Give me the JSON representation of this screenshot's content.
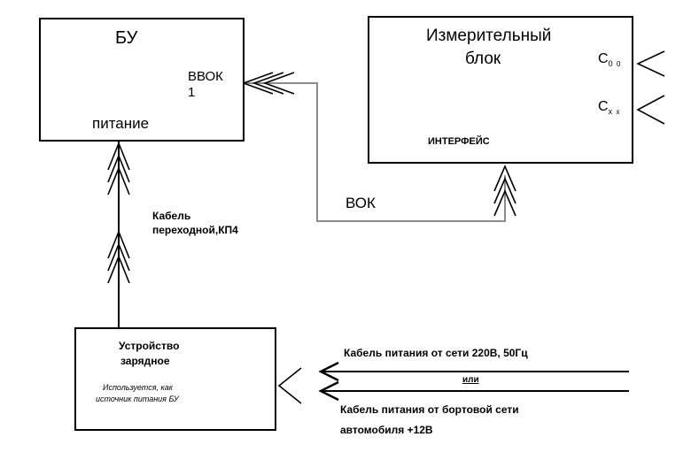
{
  "blocks": {
    "bu": {
      "title": "БУ",
      "port_line1": "ВВОК",
      "port_line2": "1",
      "power": "питание"
    },
    "meas": {
      "title_line1": "Измерительный",
      "title_line2": "блок",
      "c0_main": "C",
      "c0_sub1": "0",
      "c0_sub2": "0",
      "cx_main": "C",
      "cx_sub1": "x",
      "cx_sub2": "x",
      "interface": "ИНТЕРФЕЙС"
    },
    "charger": {
      "title_line1": "Устройство",
      "title_line2": "зарядное",
      "note_line1": "Используется, как",
      "note_line2": "источник питания БУ"
    }
  },
  "links": {
    "vok": "ВОК",
    "cable_line1": "Кабель",
    "cable_line2": "переходной,КП4",
    "mains_cable": "Кабель питания от сети 220В, 50Гц",
    "or_text": "или",
    "vehicle_line1": "Кабель питания от бортовой сети",
    "vehicle_line2": "автомобиля +12В"
  },
  "colors": {
    "line": "#000000",
    "fiber": "#8c8c8c"
  }
}
